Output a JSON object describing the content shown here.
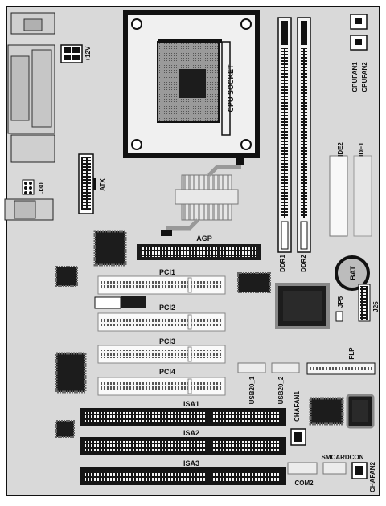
{
  "labels": {
    "plus12v": "+12V",
    "cpu_socket": "CPU SOCKET",
    "cpufan1": "CPUFAN1",
    "cpufan2": "CPUFAN2",
    "ide1": "IDE1",
    "ide2": "IDE2",
    "atx": "ATX",
    "j30": "J30",
    "agp": "AGP",
    "ddr1": "DDR1",
    "ddr2": "DDR2",
    "bat": "BAT",
    "pci1": "PCI1",
    "pci2": "PCI2",
    "pci3": "PCI3",
    "pci4": "PCI4",
    "jp5": "JP5",
    "j25": "J25",
    "flp": "FLP",
    "usb20_1": "USB20_1",
    "usb20_2": "USB20_2",
    "isa1": "ISA1",
    "isa2": "ISA2",
    "isa3": "ISA3",
    "chafan1": "CHAFAN1",
    "chafan2": "CHAFAN2",
    "smcardcon": "SMCARDCON",
    "com2": "COM2"
  },
  "colors": {
    "board": "#d9d9d9",
    "outline": "#111111",
    "slot_white": "#f6f6f6",
    "slot_black": "#151515",
    "chip": "#1c1c1c",
    "heatsink": "#cfcfcf"
  }
}
